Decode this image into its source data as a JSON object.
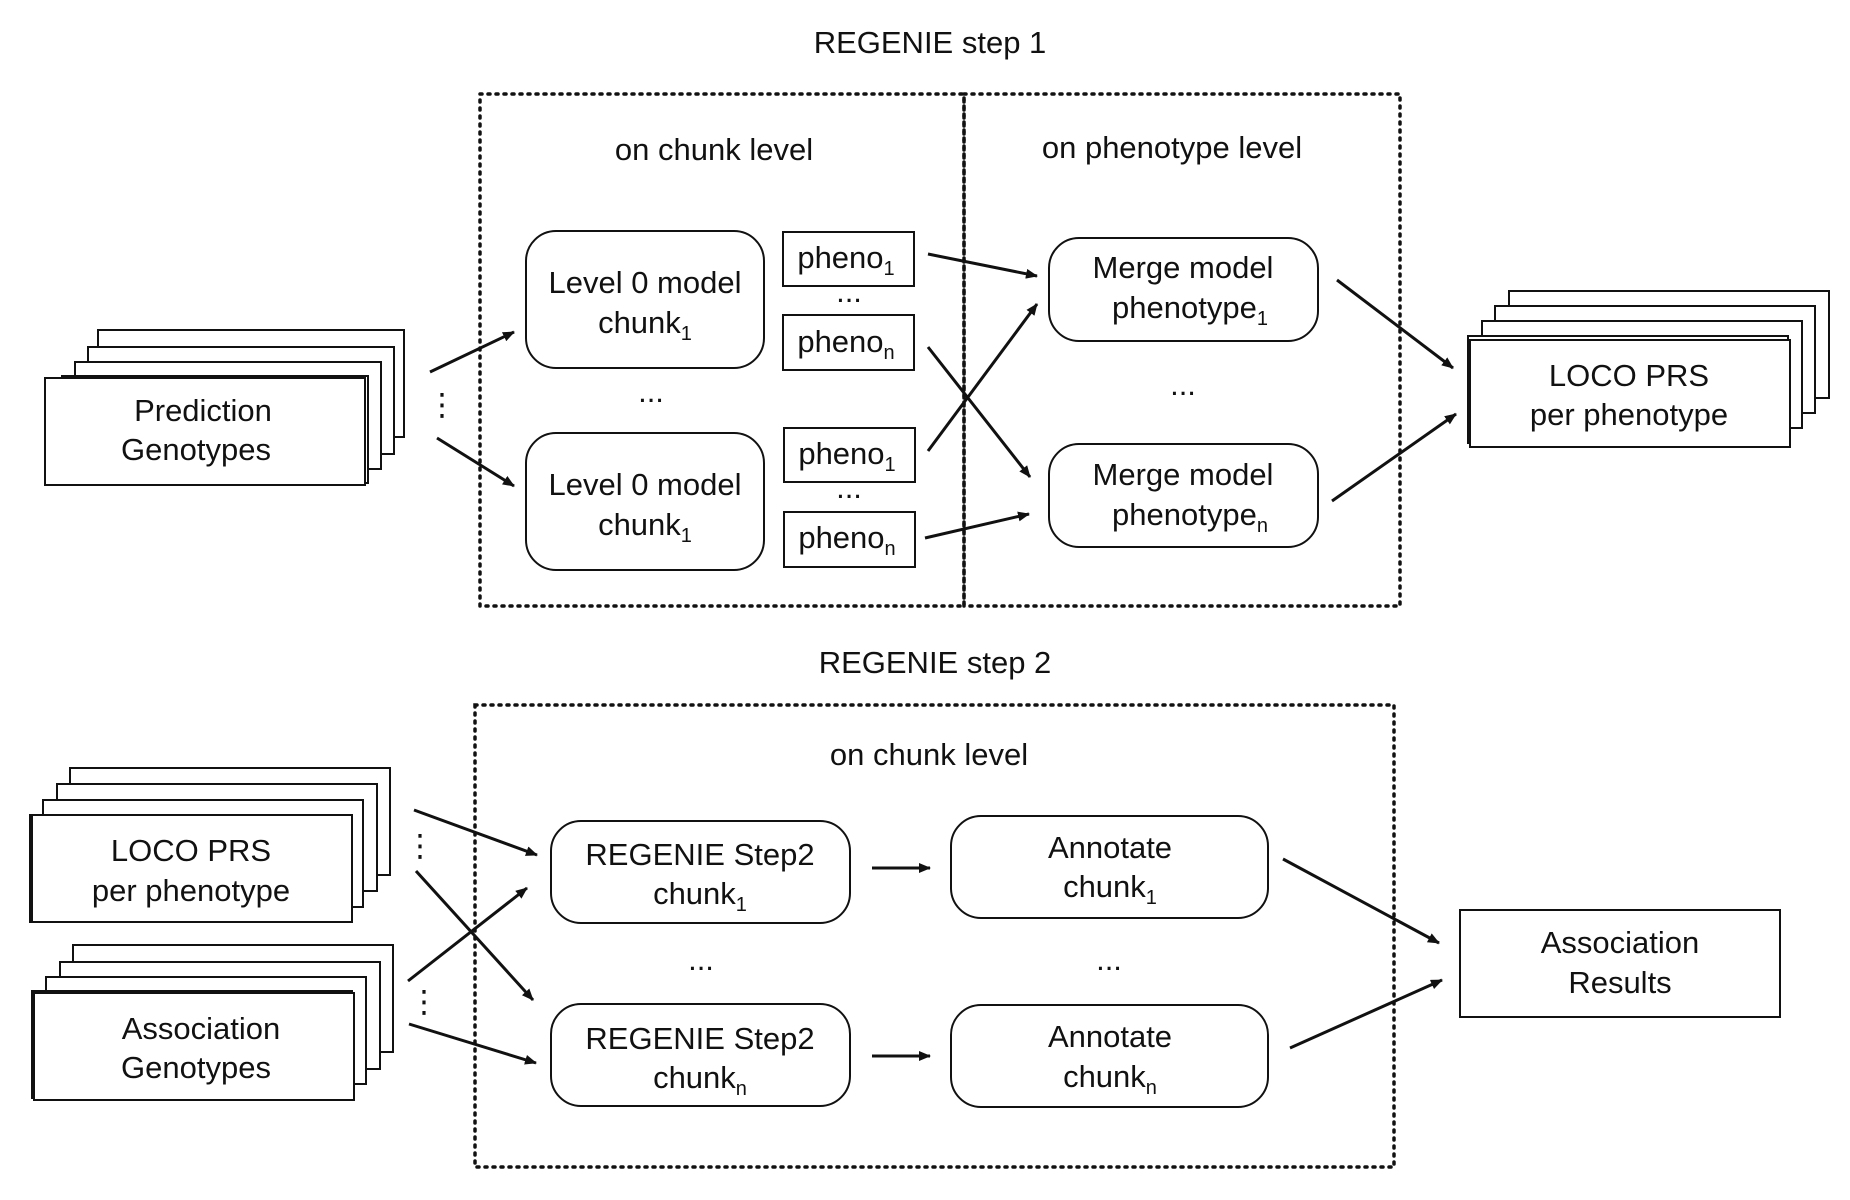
{
  "step1": {
    "title": "REGENIE step 1",
    "chunk_level_label": "on chunk level",
    "phenotype_level_label": "on phenotype level",
    "input": {
      "line1": "Prediction",
      "line2": "Genotypes"
    },
    "level0_top": {
      "line1": "Level 0 model",
      "line2": "chunk",
      "sub": "1"
    },
    "level0_bottom": {
      "line1": "Level 0 model",
      "line2": "chunk",
      "sub": "1"
    },
    "pheno_top_1": {
      "text": "pheno",
      "sub": "1"
    },
    "pheno_top_n": {
      "text": "pheno",
      "sub": "n"
    },
    "pheno_bottom_1": {
      "text": "pheno",
      "sub": "1"
    },
    "pheno_bottom_n": {
      "text": "pheno",
      "sub": "n"
    },
    "merge_top": {
      "line1": "Merge model",
      "line2": "phenotype",
      "sub": "1"
    },
    "merge_bottom": {
      "line1": "Merge model",
      "line2": "phenotype",
      "sub": "n"
    },
    "output": {
      "line1": "LOCO PRS",
      "line2": "per phenotype"
    },
    "ellipsis_h": "...",
    "ellipsis_v": "⋮"
  },
  "step2": {
    "title": "REGENIE step 2",
    "chunk_level_label": "on chunk level",
    "input_prs": {
      "line1": "LOCO PRS",
      "line2": "per phenotype"
    },
    "input_geno": {
      "line1": "Association",
      "line2": "Genotypes"
    },
    "regenie_top": {
      "line1": "REGENIE Step2",
      "line2": "chunk",
      "sub": "1"
    },
    "regenie_bottom": {
      "line1": "REGENIE Step2",
      "line2": "chunk",
      "sub": "n"
    },
    "annotate_top": {
      "line1": "Annotate",
      "line2": "chunk",
      "sub": "1"
    },
    "annotate_bottom": {
      "line1": "Annotate",
      "line2": "chunk",
      "sub": "n"
    },
    "output": {
      "line1": "Association",
      "line2": "Results"
    },
    "ellipsis_h": "...",
    "ellipsis_v": "⋮"
  }
}
